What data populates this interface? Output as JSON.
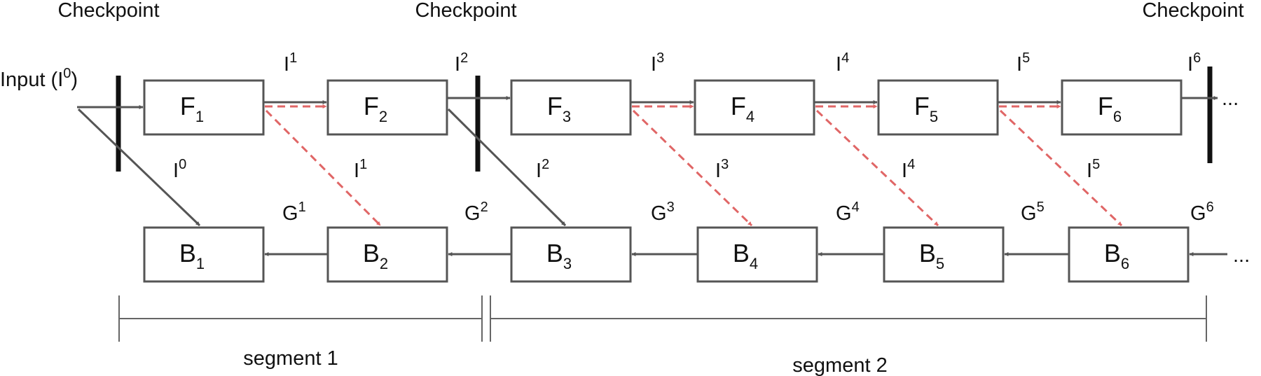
{
  "checkpoints": [
    "Checkpoint",
    "Checkpoint",
    "Checkpoint"
  ],
  "input_label": {
    "text": "Input (I",
    "sup": "0",
    "close": ")"
  },
  "forward_boxes": [
    {
      "letter": "F",
      "sub": "1"
    },
    {
      "letter": "F",
      "sub": "2"
    },
    {
      "letter": "F",
      "sub": "3"
    },
    {
      "letter": "F",
      "sub": "4"
    },
    {
      "letter": "F",
      "sub": "5"
    },
    {
      "letter": "F",
      "sub": "6"
    }
  ],
  "backward_boxes": [
    {
      "letter": "B",
      "sub": "1"
    },
    {
      "letter": "B",
      "sub": "2"
    },
    {
      "letter": "B",
      "sub": "3"
    },
    {
      "letter": "B",
      "sub": "4"
    },
    {
      "letter": "B",
      "sub": "5"
    },
    {
      "letter": "B",
      "sub": "6"
    }
  ],
  "forward_outputs": [
    {
      "base": "I",
      "sup": "1"
    },
    {
      "base": "I",
      "sup": "2"
    },
    {
      "base": "I",
      "sup": "3"
    },
    {
      "base": "I",
      "sup": "4"
    },
    {
      "base": "I",
      "sup": "5"
    },
    {
      "base": "I",
      "sup": "6"
    }
  ],
  "diagonal_labels": [
    {
      "base": "I",
      "sup": "0"
    },
    {
      "base": "I",
      "sup": "1"
    },
    {
      "base": "I",
      "sup": "2"
    },
    {
      "base": "I",
      "sup": "3"
    },
    {
      "base": "I",
      "sup": "4"
    },
    {
      "base": "I",
      "sup": "5"
    }
  ],
  "gradients": [
    {
      "base": "G",
      "sup": "1"
    },
    {
      "base": "G",
      "sup": "2"
    },
    {
      "base": "G",
      "sup": "3"
    },
    {
      "base": "G",
      "sup": "4"
    },
    {
      "base": "G",
      "sup": "5"
    },
    {
      "base": "G",
      "sup": "6"
    }
  ],
  "ellipsis": "...",
  "segments": [
    "segment 1",
    "segment 2"
  ],
  "colors": {
    "solid_arrow": "#555555",
    "recompute_arrow": "#e06666",
    "checkpoint_bar": "#111111"
  }
}
